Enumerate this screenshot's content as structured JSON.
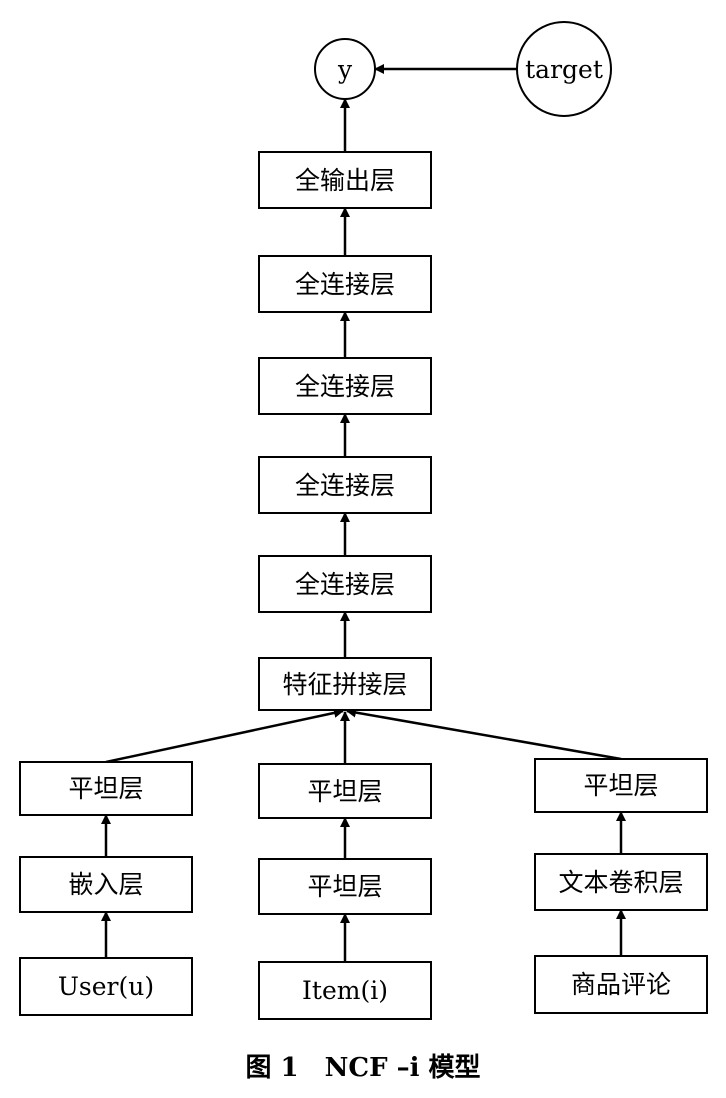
{
  "diagram": {
    "nodes": {
      "y": "y",
      "target": "target",
      "output": "全输出层",
      "fc4": "全连接层",
      "fc3": "全连接层",
      "fc2": "全连接层",
      "fc1": "全连接层",
      "concat": "特征拼接层",
      "flatten_user": "平坦层",
      "embed_user": "嵌入层",
      "input_user": "User(u)",
      "flatten_item_top": "平坦层",
      "flatten_item_bottom": "平坦层",
      "input_item": "Item(i)",
      "flatten_review": "平坦层",
      "conv_review": "文本卷积层",
      "input_review": "商品评论"
    },
    "caption": "图 1　NCF –i 模型"
  }
}
